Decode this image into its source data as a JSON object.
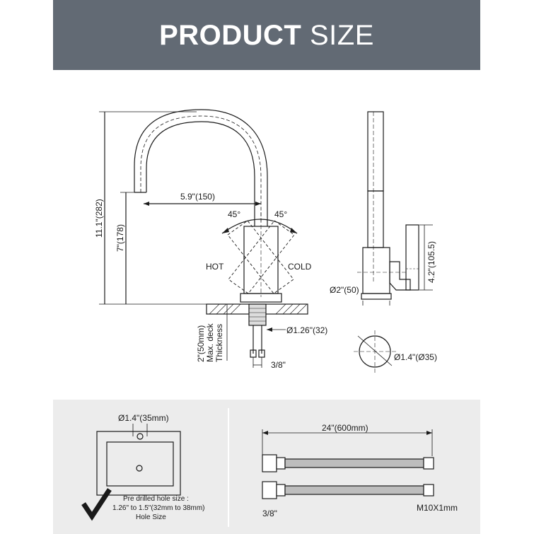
{
  "header": {
    "title_bold": "PRODUCT",
    "title_light": "SIZE",
    "bg_color": "#626a74"
  },
  "front_view": {
    "height_total": "11.1\"(282)",
    "height_spout": "7\"(178)",
    "reach": "5.9\"(150)",
    "angle_left": "45°",
    "angle_right": "45°",
    "hot_label": "HOT",
    "cold_label": "COLD",
    "base_diameter": "Ø1.26\"(32)",
    "deck_thickness_line1": "2\"(50mm)",
    "deck_thickness_line2": "Max. deck",
    "deck_thickness_line3": "Thickness",
    "connector": "3/8\""
  },
  "side_view": {
    "handle_height": "4.2\"(105.5)",
    "body_diameter": "Ø2\"(50)",
    "hole_diameter": "Ø1.4\"(Ø35)"
  },
  "sink_panel": {
    "hole_dim": "Ø1.4\"(35mm)",
    "note_line1": "Pre drilled hole size :",
    "note_line2": "1.26\" to 1.5\"(32mm to 38mm)",
    "note_line3": "Hole Size",
    "check_icon": "check-icon"
  },
  "hose_panel": {
    "length": "24\"(600mm)",
    "left_end": "3/8\"",
    "right_end": "M10X1mm"
  }
}
